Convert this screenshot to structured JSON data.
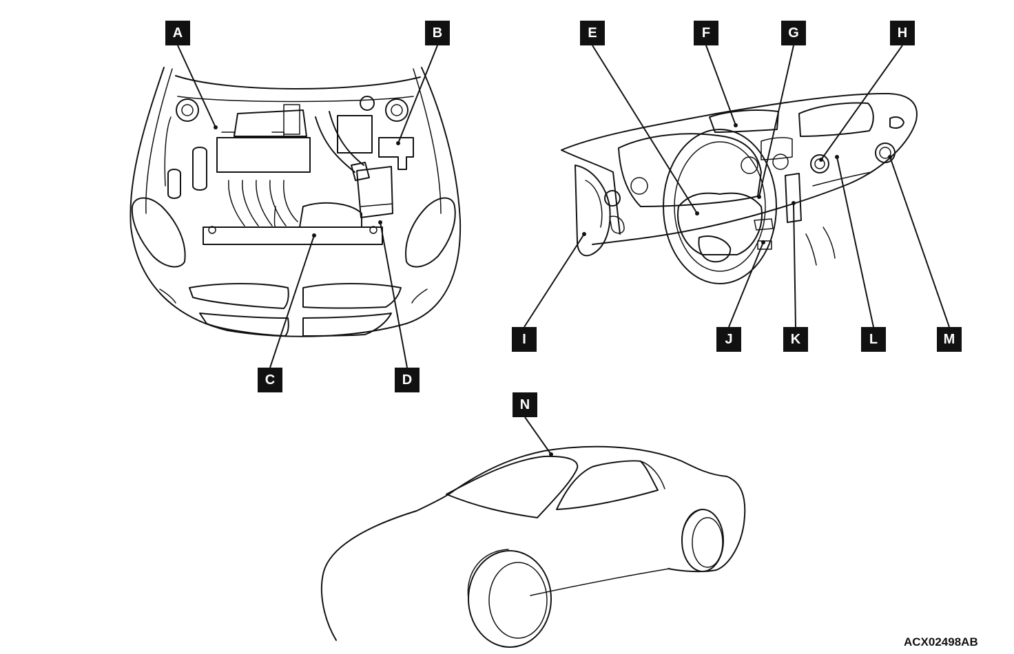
{
  "labels": {
    "A": "A",
    "B": "B",
    "C": "C",
    "D": "D",
    "E": "E",
    "F": "F",
    "G": "G",
    "H": "H",
    "I": "I",
    "J": "J",
    "K": "K",
    "L": "L",
    "M": "M",
    "N": "N"
  },
  "figure_code": "ACX02498AB",
  "colors": {
    "line": "#111111",
    "label_bg": "#111111",
    "label_text": "#ffffff",
    "background": "#ffffff"
  }
}
